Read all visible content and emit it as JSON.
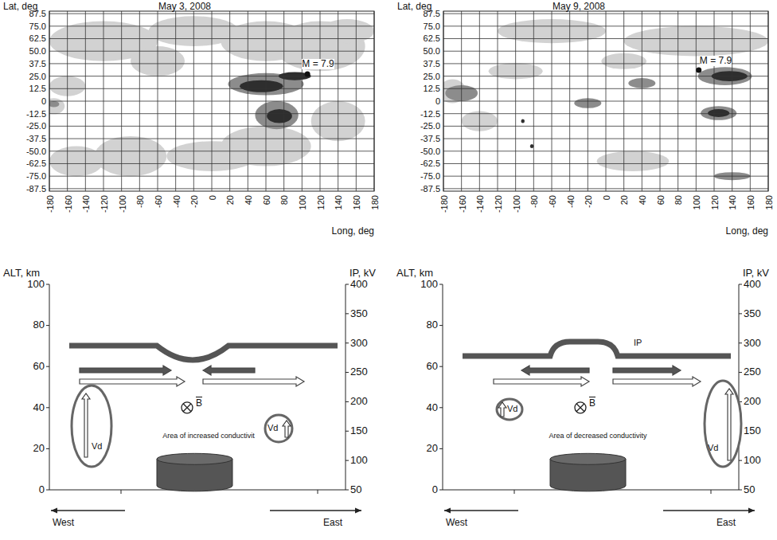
{
  "diagram": {
    "nodes": [
      {
        "text": [
          "Vd"
        ]
      },
      {
        "text": [
          "Vd"
        ]
      },
      {
        "text": [
          "Vd"
        ]
      },
      {
        "text": [
          "Vd"
        ]
      }
    ],
    "labels": [
      "Lat, deg",
      "May 3, 2008",
      "87.5",
      "75.0",
      "62.5",
      "50.0",
      "37.5",
      "25.0",
      "12.5",
      "0",
      "-12.5",
      "-25.0",
      "-37.5",
      "-50.0",
      "-62.5",
      "-75.0",
      "-87.5",
      "M = 7.9",
      "-180",
      "-160",
      "-140",
      "-120",
      "-100",
      "-80",
      "-60",
      "-40",
      "-20",
      "0",
      "20",
      "40",
      "60",
      "80",
      "100",
      "120",
      "140",
      "160",
      "180",
      "Long, deg",
      "Lat, deg",
      "May 9, 2008",
      "87.5",
      "75.0",
      "62.5",
      "50.0",
      "37.5",
      "25.0",
      "12.5",
      "0",
      "-12.5",
      "-25.0",
      "-37.5",
      "-50.0",
      "-62.5",
      "-75.0",
      "-87.5",
      "M = 7.9",
      "-180",
      "-160",
      "-140",
      "-120",
      "-100",
      "-80",
      "-60",
      "-40",
      "-20",
      "0",
      "20",
      "40",
      "60",
      "80",
      "100",
      "120",
      "140",
      "160",
      "180",
      "Long, deg",
      "ALT, km",
      "IP, kV",
      "100",
      "80",
      "60",
      "40",
      "20",
      "0",
      "400",
      "350",
      "300",
      "250",
      "200",
      "150",
      "100",
      "50",
      "Area of increased conductivit",
      "B",
      "West",
      "East",
      "ALT, km",
      "IP, kV",
      "100",
      "80",
      "60",
      "40",
      "20",
      "0",
      "400",
      "350",
      "300",
      "250",
      "200",
      "150",
      "100",
      "50",
      "IP",
      "Area of decreased conductivity",
      "B",
      "West",
      "East"
    ]
  }
}
